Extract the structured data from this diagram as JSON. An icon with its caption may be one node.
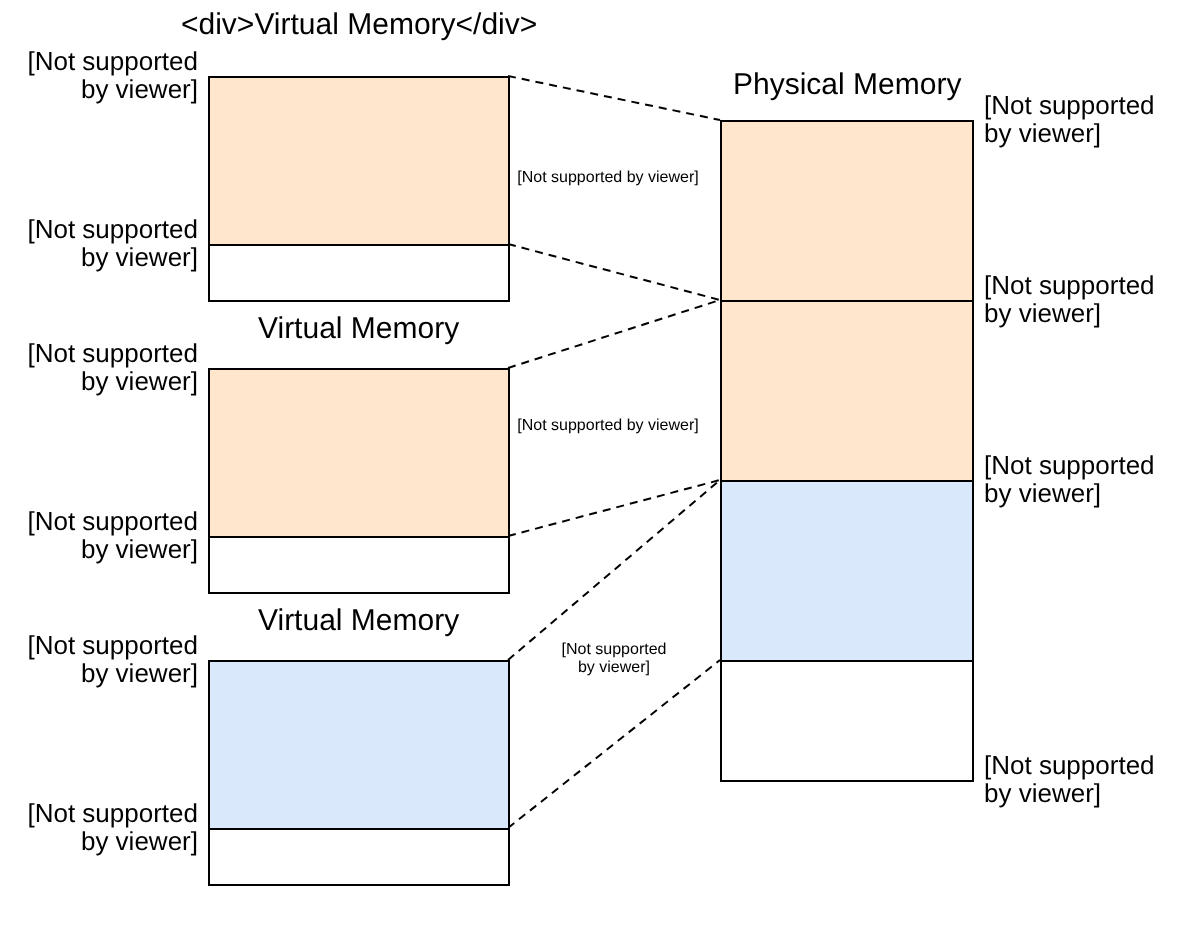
{
  "diagram": {
    "nodes": [
      {
        "text": [
          "<div>Virtual Memory</div>"
        ]
      },
      {
        "text": [],
        "shape": "box",
        "in": 0,
        "beside": [
          "[Not supported by viewer]"
        ]
      },
      {
        "text": [],
        "shape": "box",
        "in": 0,
        "beside": [
          "[Not supported by viewer]"
        ]
      },
      {
        "text": [
          "Virtual Memory"
        ]
      },
      {
        "text": [],
        "shape": "box",
        "in": 3,
        "beside": [
          "[Not supported by viewer]"
        ]
      },
      {
        "text": [],
        "shape": "box",
        "in": 3,
        "beside": [
          "[Not supported by viewer]"
        ]
      },
      {
        "text": [
          "Virtual Memory"
        ]
      },
      {
        "text": [],
        "shape": "box",
        "in": 6,
        "beside": [
          "[Not supported by viewer]"
        ]
      },
      {
        "text": [],
        "shape": "box",
        "in": 6,
        "beside": [
          "[Not supported by viewer]"
        ]
      },
      {
        "text": [
          "Physical Memory"
        ]
      },
      {
        "text": [],
        "shape": "box",
        "in": 9,
        "beside": [
          "[Not supported by viewer]"
        ]
      },
      {
        "text": [],
        "shape": "box",
        "in": 9,
        "beside": [
          "[Not supported by viewer]"
        ]
      },
      {
        "text": [],
        "shape": "box",
        "in": 9,
        "beside": [
          "[Not supported by viewer]"
        ]
      },
      {
        "text": [],
        "shape": "box",
        "in": 9,
        "beside": [
          "[Not supported by viewer]"
        ]
      }
    ],
    "edges": [
      {
        "from": 1,
        "to": 10,
        "arrow": "none",
        "style": "dashed"
      },
      {
        "from": 1,
        "to": 10,
        "arrow": "none",
        "style": "dashed"
      },
      {
        "from": 4,
        "to": 11,
        "arrow": "none",
        "style": "dashed"
      },
      {
        "from": 4,
        "to": 11,
        "arrow": "none",
        "style": "dashed"
      },
      {
        "from": 7,
        "to": 12,
        "arrow": "none",
        "style": "dashed"
      },
      {
        "from": 7,
        "to": 12,
        "arrow": "none",
        "style": "dashed"
      }
    ],
    "labels": [
      "[Not supported by viewer]",
      "[Not supported by viewer]",
      "[Not supported by viewer]"
    ]
  }
}
